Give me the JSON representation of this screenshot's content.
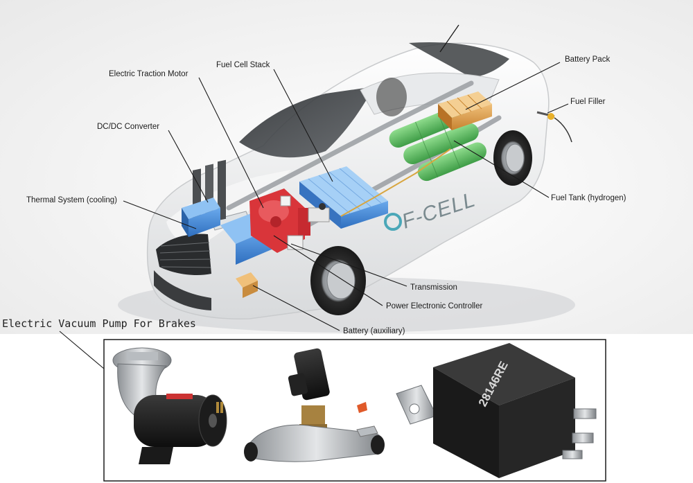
{
  "labels": {
    "electric_traction_motor": "Electric Traction Motor",
    "fuel_cell_stack": "Fuel Cell Stack",
    "dc_dc_converter": "DC/DC Converter",
    "thermal_system": "Thermal System (cooling)",
    "battery_pack": "Battery Pack",
    "fuel_filler": "Fuel Filler",
    "fuel_tank": "Fuel Tank (hydrogen)",
    "transmission": "Transmission",
    "power_electronic_controller": "Power Electronic Controller",
    "battery_auxiliary": "Battery (auxiliary)"
  },
  "car_branding": "F-CELL",
  "caption": "Electric Vacuum Pump For Brakes",
  "relay_marking": "28146RE",
  "colors": {
    "battery_blue": "#3f86d8",
    "motor_red": "#d9353a",
    "tank_green": "#63c467",
    "battery_pack_orange": "#d99a48",
    "aux_battery_orange": "#c98c3e"
  }
}
